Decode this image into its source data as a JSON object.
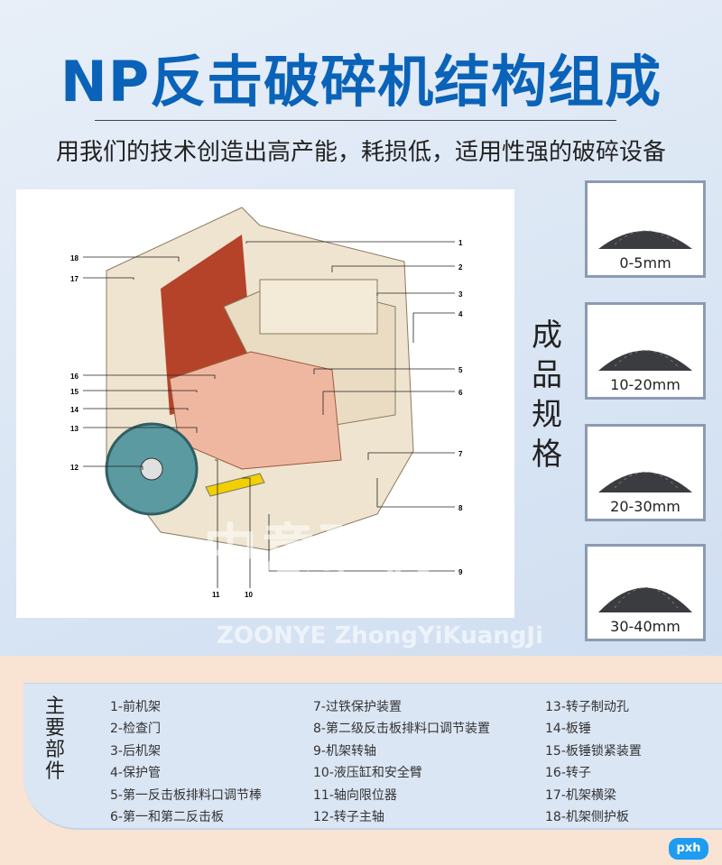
{
  "title": "NP反击破碎机结构组成",
  "subtitle": "用我们的技术创造出高产能，耗损低，适用性强的破碎设备",
  "diagram": {
    "callouts": [
      "1",
      "2",
      "3",
      "4",
      "5",
      "6",
      "7",
      "8",
      "9",
      "10",
      "11",
      "12",
      "13",
      "14",
      "15",
      "16",
      "17",
      "18"
    ]
  },
  "spec": {
    "label": "成品规格",
    "products": [
      {
        "size": "0-5mm"
      },
      {
        "size": "10-20mm"
      },
      {
        "size": "20-30mm"
      },
      {
        "size": "30-40mm"
      }
    ]
  },
  "watermark": {
    "cn": "中意矿机",
    "en": "ZOONYE ZhongYiKuangJi"
  },
  "parts": {
    "title": "主要部件",
    "items": [
      "1-前机架",
      "2-检查门",
      "3-后机架",
      "4-保护管",
      "5-第一反击板排料口调节棒",
      "6-第一和第二反击板",
      "7-过铁保护装置",
      "8-第二级反击板排料口调节装置",
      "9-机架转轴",
      "10-液压缸和安全臂",
      "11-轴向限位器",
      "12-转子主轴",
      "13-转子制动孔",
      "14-板锤",
      "15-板锤锁紧装置",
      "16-转子",
      "17-机架横梁",
      "18-机架侧护板"
    ]
  },
  "badge": "pxh",
  "colors": {
    "title": "#0a63b8",
    "frame": "#efe4cf",
    "liner": "#b5432a",
    "rotor": "#f0b7a0",
    "flywheel": "#5a9aa0"
  }
}
